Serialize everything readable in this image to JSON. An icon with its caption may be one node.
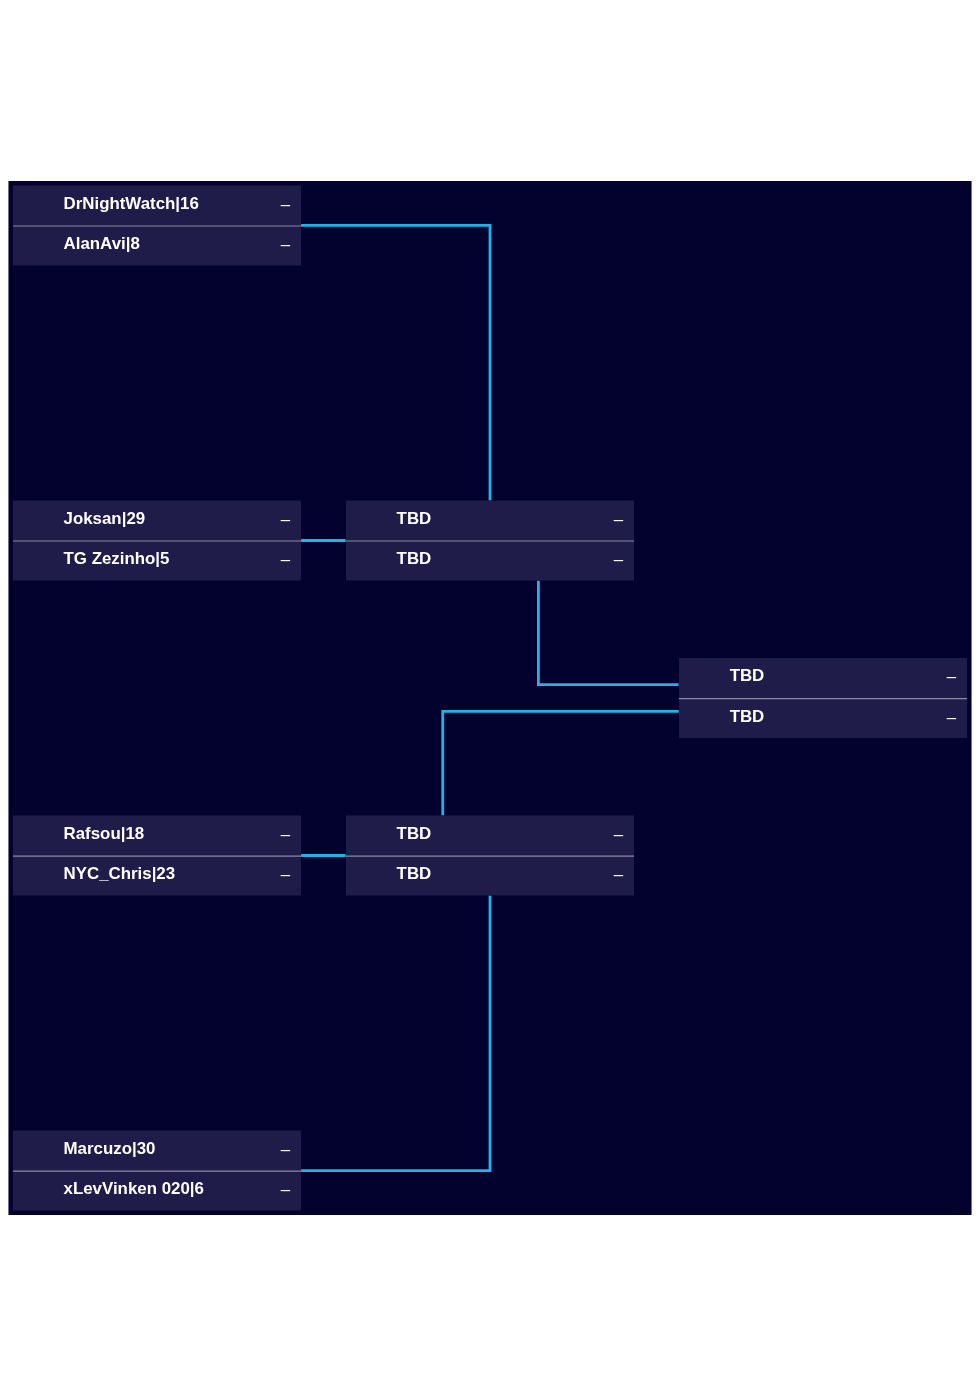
{
  "diagram": {
    "nodes": [
      {
        "text": [
          "DrNightWatch|16",
          "–",
          "AlanAvi|8",
          "–"
        ]
      },
      {
        "text": [
          "TBD",
          "–",
          "TBD",
          "–"
        ]
      },
      {
        "text": [
          "Joksan|29",
          "–",
          "TG Zezinho|5",
          "–"
        ]
      },
      {
        "text": [
          "TBD",
          "–",
          "TBD",
          "–"
        ]
      },
      {
        "text": [
          "Rafsou|18",
          "–",
          "NYC_Chris|23",
          "–"
        ]
      },
      {
        "text": [
          "TBD",
          "–",
          "TBD",
          "–"
        ]
      },
      {
        "text": [
          "Marcuzo|30",
          "–",
          "xLevVinken 020|6",
          "–"
        ]
      }
    ],
    "edges": [
      {
        "from": 0,
        "to": 1,
        "arrow": "none"
      },
      {
        "from": 2,
        "to": 1,
        "arrow": "none"
      },
      {
        "from": 1,
        "to": 3,
        "arrow": "none"
      },
      {
        "from": 4,
        "to": 5,
        "arrow": "none"
      },
      {
        "from": 6,
        "to": 5,
        "arrow": "none"
      },
      {
        "from": 5,
        "to": 3,
        "arrow": "none"
      }
    ]
  }
}
